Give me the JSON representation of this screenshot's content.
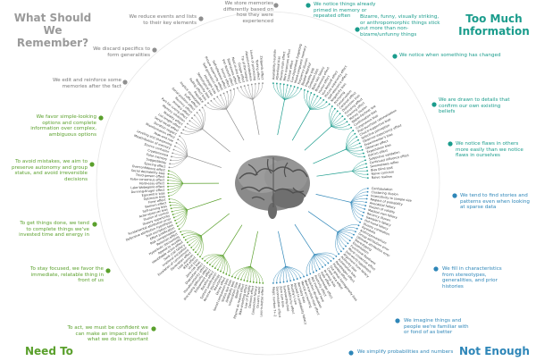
{
  "corner_titles": {
    "top_left": [
      "What Should We",
      "Remember?"
    ],
    "top_right": [
      "Too Much",
      "Information"
    ],
    "bottom_left": [
      "Need To"
    ],
    "bottom_right": [
      "Not Enough"
    ]
  },
  "colors": {
    "memory": "#8f8f8f",
    "information": "#1a9c8c",
    "act_fast": "#5aa02c",
    "meaning": "#2e86b8",
    "brain": "#7b7b7b"
  },
  "brain_icon": "brain-icon",
  "notes": {
    "memory": [
      "We store memories differently based on how they were experienced",
      "We reduce events and lists to their key elements",
      "We discard specifics to form generalities",
      "We edit and reinforce some memories after the fact"
    ],
    "information": [
      "We notice things already primed in memory or repeated often",
      "Bizarre, funny, visually striking, or anthropomorphic things stick out more than non-bizarre/unfunny things",
      "We notice when something has changed",
      "We are drawn to details that confirm our own existing beliefs",
      "We notice flaws in others more easily than we notice flaws in ourselves"
    ],
    "meaning": [
      "We tend to find stories and patterns even when looking at sparse data",
      "We fill in characteristics from stereotypes, generalities, and prior histories",
      "We imagine things and people we're familiar with or fond of as better",
      "We simplify probabilities and numbers"
    ],
    "act_fast": [
      "We favor simple-looking options and complete information over complex, ambiguous options",
      "To avoid mistakes, we aim to preserve autonomy and group status, and avoid irreversible decisions",
      "To get things done, we tend to complete things we've invested time and energy in",
      "To stay focused, we favor the immediate, relatable thing in front of us",
      "To act, we must be confident we can make an impact and feel what we do is important"
    ]
  },
  "bias_labels": {
    "memory": [
      "Spacing effect",
      "Suggestibility",
      "False memory",
      "Cryptomnesia",
      "Source confusion",
      "Misattribution of memory",
      "Leveling and sharpening",
      "Peak-end rule",
      "Misinformation effect",
      "Duration neglect",
      "Serial recall effect",
      "List-length effect",
      "Modality effect",
      "Memory inhibition",
      "Part-list cueing effect",
      "Primacy effect",
      "Recency effect",
      "Serial position effect",
      "Suffix effect",
      "Implicit stereotypes",
      "Prejudice",
      "Fading affect bias",
      "Negativity bias",
      "Stereotypical bias",
      "Hindsight bias",
      "Self-generation effect",
      "Picture superiority effect",
      "Self-reference effect",
      "Humor effect",
      "Von Restorff effect",
      "Bizarreness effect",
      "Next-in-line effect",
      "Google effect",
      "Tip of the tongue",
      "Absent-mindedness",
      "Levels of processing",
      "Testing effect",
      "Zeigarnik effect"
    ],
    "information": [
      "Availability heuristic",
      "Attentional bias",
      "Illusory truth effect",
      "Mere exposure effect",
      "Context effect",
      "Cue-dependent forgetting",
      "Mood-congruent memory",
      "Frequency illusion",
      "Baader-Meinhof",
      "Empathy gap",
      "Omission bias",
      "Base rate fallacy",
      "Bizarreness effect",
      "Humor effect",
      "Von Restorff effect",
      "Picture superiority effect",
      "Self-relevance effect",
      "Negativity bias",
      "Anchoring",
      "Conservatism",
      "Contrast effect",
      "Distinction bias",
      "Focusing effect",
      "Framing effect",
      "Money illusion",
      "Weber-Fechner law",
      "Confirmation bias",
      "Congruence bias",
      "Post-purchase rationalization",
      "Choice-supportive bias",
      "Selective perception",
      "Observer-expectancy effect",
      "Experimenter's bias",
      "Observer effect",
      "Expectation bias",
      "Ostrich effect",
      "Subjective validation",
      "Continued influence effect",
      "Semmelweis reflex",
      "Bias blind spot",
      "Naive cynicism",
      "Naive realism"
    ],
    "meaning": [
      "Confabulation",
      "Clustering illusion",
      "Insensitivity to sample size",
      "Neglect of probability",
      "Anecdotal fallacy",
      "Illusion of validity",
      "Masked man fallacy",
      "Recency illusion",
      "Gambler's fallacy",
      "Hot-hand fallacy",
      "Illusory correlation",
      "Pareidolia",
      "Anthropomorphism",
      "Group attribution error",
      "Ultimate attribution error",
      "Stereotyping",
      "Essentialism",
      "Functional fixedness",
      "Moral credential effect",
      "Just-world hypothesis",
      "Argument from fallacy",
      "Authority bias",
      "Automation bias",
      "Bandwagon effect",
      "Placebo effect",
      "Out-group homogeneity bias",
      "Cross-race effect",
      "In-group bias",
      "Halo effect",
      "Cheerleader effect",
      "Positivity effect",
      "Not invented here",
      "Reactive devaluation",
      "Well-traveled road effect",
      "Mental accounting",
      "Normalcy bias",
      "Appeal to probability fallacy",
      "Murphy's Law",
      "Subadditivity effect",
      "Survivorship bias",
      "Zero sum bias",
      "Denomination effect",
      "Magic number 7+-2"
    ],
    "act_fast": [
      "Less-is-better effect",
      "Occam's razor",
      "Conjunction fallacy",
      "Delmore effect",
      "Law of Triviality",
      "Bike-shedding effect",
      "Rhyme as reason effect",
      "Belief bias",
      "Information bias",
      "Ambiguity bias",
      "Status quo bias",
      "Social comparison bias",
      "Decoy effect",
      "Reactance",
      "Reverse psychology",
      "System justification",
      "Backfire effect",
      "Endowment effect",
      "Processing difficulty effect",
      "Pseudocertainty effect",
      "Disposition effect",
      "Zero-risk bias",
      "Unit bias",
      "IKEA effect",
      "Loss aversion",
      "Generation effect",
      "Escalation of commitment",
      "Irrational escalation",
      "Sunk cost fallacy",
      "Identifiable victim effect",
      "Appeal to novelty",
      "Hyperbolic discounting",
      "Peltzman effect",
      "Risk compensation",
      "Effort justification",
      "Trait ascription bias",
      "Defensive attribution hypothesis",
      "Fundamental attribution error",
      "Illusory superiority",
      "Illusion of control",
      "Actor-observer bias",
      "Self-serving bias",
      "Barnum effect",
      "Forer effect",
      "Optimism bias",
      "Egocentric bias",
      "Dunning-Kruger effect",
      "Lake Wobegone effect",
      "Hard-easy effect",
      "False consensus effect",
      "Third-person effect",
      "Social desirability bias",
      "Overconfidence effect"
    ]
  }
}
